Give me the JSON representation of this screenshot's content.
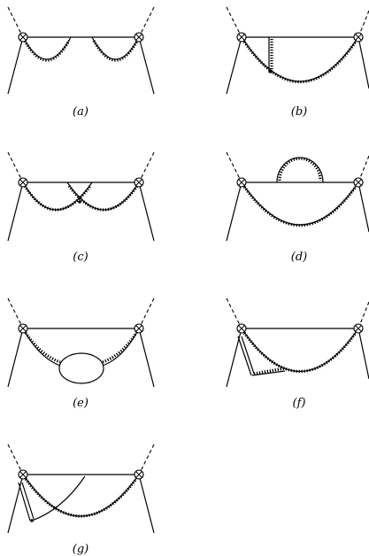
{
  "panels": [
    {
      "id": "a",
      "label": "(a)"
    },
    {
      "id": "b",
      "label": "(b)"
    },
    {
      "id": "c",
      "label": "(c)"
    },
    {
      "id": "d",
      "label": "(d)"
    },
    {
      "id": "e",
      "label": "(e)"
    },
    {
      "id": "f",
      "label": "(f)"
    },
    {
      "id": "g",
      "label": "(g)"
    }
  ],
  "line_types": {
    "external": "dashed",
    "quark": "solid",
    "gluon": "curly",
    "vertex": "circled-cross"
  }
}
